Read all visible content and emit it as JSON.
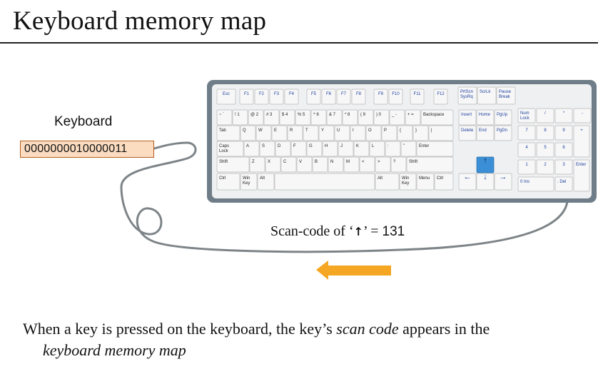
{
  "slide": {
    "title": "Keyboard memory map",
    "keyboard_label": "Keyboard",
    "register_value": "0000000010000011",
    "scan_prefix": "Scan-code of ‘",
    "scan_arrow": "↑",
    "scan_suffix": "’ = ",
    "scan_value": "131",
    "caption_a": "When a key is pressed on the keyboard, the key’s ",
    "caption_em1": "scan code",
    "caption_b": " appears in the",
    "caption_em2": "keyboard memory map"
  },
  "colors": {
    "register_fill": "#fbdcc0",
    "register_border": "#b65f1f",
    "arrow": "#f5a623",
    "keyboard_frame": "#6e7d87",
    "highlight_key": "#3a8fd6"
  },
  "keys": {
    "fn_row": [
      "Esc",
      "F1",
      "F2",
      "F3",
      "F4",
      "F5",
      "F6",
      "F7",
      "F8",
      "F9",
      "F10",
      "F11",
      "F12",
      "PrtScn/SysRq",
      "ScrLk",
      "Pause/Break"
    ],
    "num_row": [
      "~",
      "!",
      "@",
      "#",
      "$",
      "%",
      "^",
      "&",
      "*",
      "(",
      ")",
      "_",
      "+",
      "Backspace"
    ],
    "num_row_sub": [
      "`",
      "1",
      "2",
      "3",
      "4",
      "5",
      "6",
      "7",
      "8",
      "9",
      "0",
      "-",
      "="
    ],
    "q_row": [
      "Tab",
      "Q",
      "W",
      "E",
      "R",
      "T",
      "Y",
      "U",
      "I",
      "O",
      "P",
      "{",
      "}",
      "|"
    ],
    "a_row": [
      "Caps Lock",
      "A",
      "S",
      "D",
      "F",
      "G",
      "H",
      "J",
      "K",
      "L",
      ":",
      "\"",
      "Enter"
    ],
    "z_row": [
      "Shift",
      "Z",
      "X",
      "C",
      "V",
      "B",
      "N",
      "M",
      "<",
      ">",
      "?",
      "Shift"
    ],
    "bottom_row": [
      "Ctrl",
      "Win Key",
      "Alt",
      "Alt",
      "Win Key",
      "Menu",
      "Ctrl"
    ],
    "nav_top": [
      "Insert",
      "Home",
      "PgUp"
    ],
    "nav_mid": [
      "Delete",
      "End",
      "PgDn"
    ],
    "arrows": [
      "↑",
      "←",
      "↓",
      "→"
    ],
    "numpad_row1": [
      "Num Lock",
      "/",
      "*",
      "-"
    ],
    "numpad_row2": [
      "7",
      "8",
      "9",
      "+"
    ],
    "numpad_row3": [
      "4",
      "5",
      "6"
    ],
    "numpad_row4": [
      "1",
      "2",
      "3",
      "Enter"
    ],
    "numpad_row5": [
      "0 Ins",
      ". Del"
    ]
  }
}
